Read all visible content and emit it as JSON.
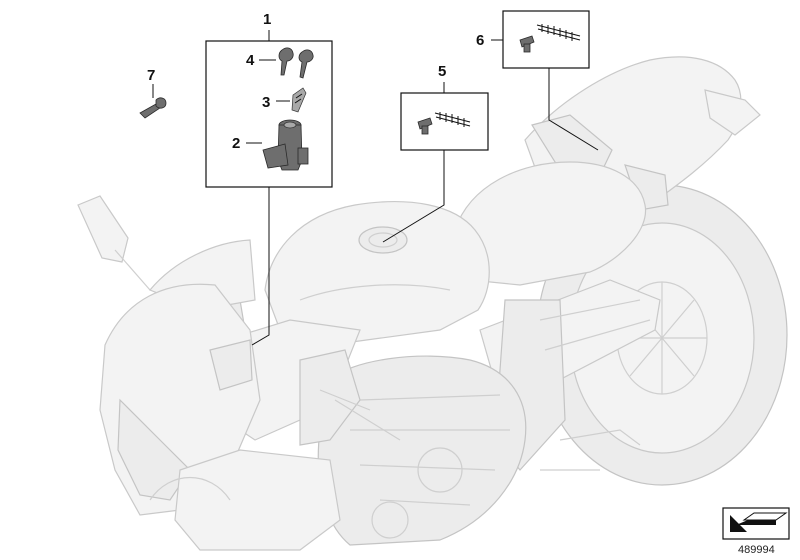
{
  "callouts": {
    "c1": "1",
    "c2": "2",
    "c3": "3",
    "c4": "4",
    "c5": "5",
    "c6": "6",
    "c7": "7"
  },
  "reference_number": "489994",
  "colors": {
    "line": "#111111",
    "ghost_fill": "#f3f3f3",
    "ghost_stroke": "#c9c9c9",
    "part": "#6e6e6e"
  },
  "icons": {
    "orientation": "arrow-orientation-icon"
  }
}
